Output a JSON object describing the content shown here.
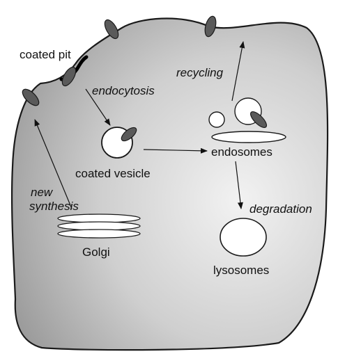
{
  "labels": {
    "coated_pit": "coated pit",
    "endocytosis": "endocytosis",
    "coated_vesicle": "coated vesicle",
    "new_synthesis_line1": "new",
    "new_synthesis_line2": "synthesis",
    "golgi": "Golgi",
    "recycling": "recycling",
    "endosomes": "endosomes",
    "degradation": "degradation",
    "lysosomes": "lysosomes"
  },
  "colors": {
    "cell_fill_light": "#f2f2f2",
    "cell_fill_dark": "#9a9a9a",
    "receptor": "#5a5a5a",
    "outline": "#1a1a1a",
    "organelle_fill": "#ffffff"
  }
}
